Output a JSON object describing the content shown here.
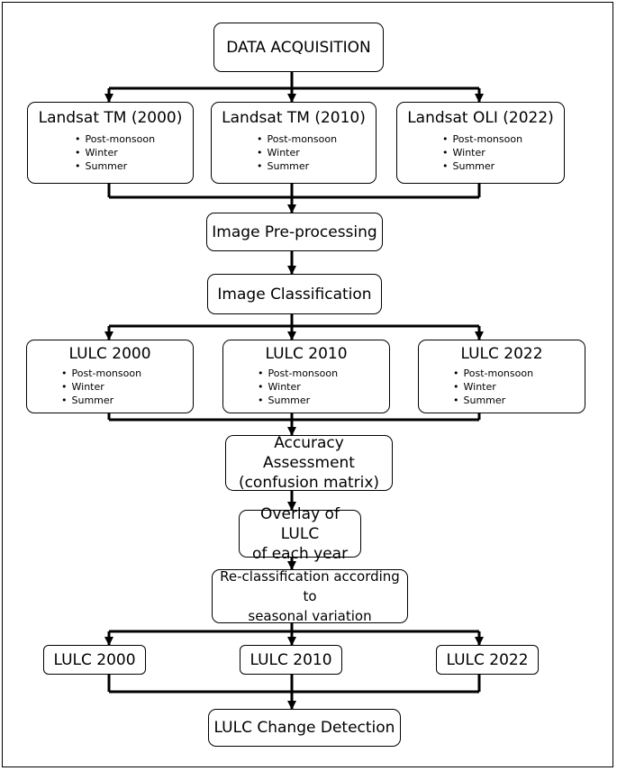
{
  "acquisition": "DATA ACQUISITION",
  "sources": [
    {
      "title": "Landsat TM (2000)",
      "items": [
        "Post-monsoon",
        "Winter",
        "Summer"
      ]
    },
    {
      "title": "Landsat TM (2010)",
      "items": [
        "Post-monsoon",
        "Winter",
        "Summer"
      ]
    },
    {
      "title": "Landsat OLI (2022)",
      "items": [
        "Post-monsoon",
        "Winter",
        "Summer"
      ]
    }
  ],
  "preprocessing": "Image Pre-processing",
  "classification": "Image Classification",
  "lulc_seasonal": [
    {
      "title": "LULC 2000",
      "items": [
        "Post-monsoon",
        "Winter",
        "Summer"
      ]
    },
    {
      "title": "LULC 2010",
      "items": [
        "Post-monsoon",
        "Winter",
        "Summer"
      ]
    },
    {
      "title": "LULC 2022",
      "items": [
        "Post-monsoon",
        "Winter",
        "Summer"
      ]
    }
  ],
  "accuracy": {
    "line1": "Accuracy Assessment",
    "line2": "(confusion matrix)"
  },
  "overlay": {
    "line1": "Overlay of LULC",
    "line2": "of each year"
  },
  "reclass": {
    "line1": "Re-classification according to",
    "line2": "seasonal variation"
  },
  "lulc_final": [
    "LULC 2000",
    "LULC 2010",
    "LULC 2022"
  ],
  "change_detection": "LULC Change Detection"
}
